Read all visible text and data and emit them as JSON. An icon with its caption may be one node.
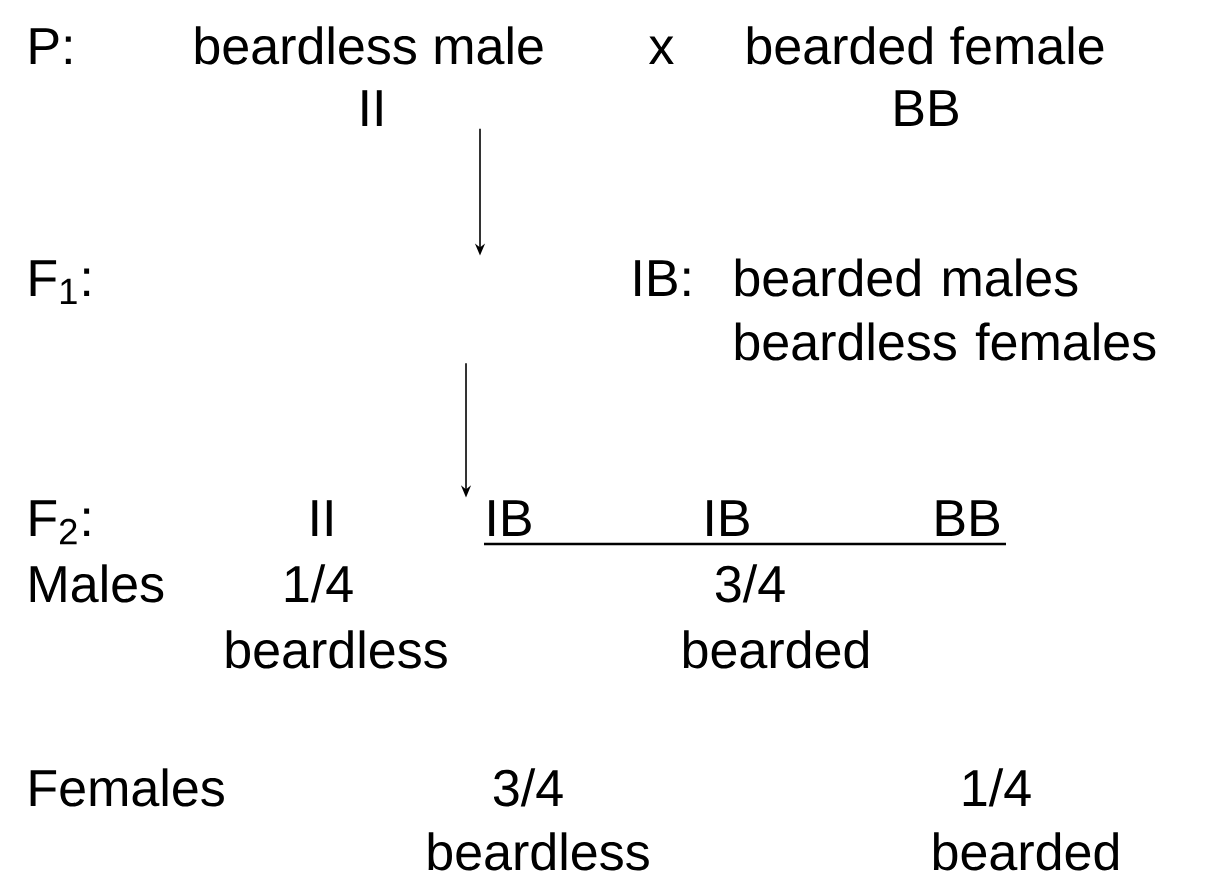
{
  "diagram": {
    "nodes": [
      {
        "text": [
          "P:",
          "beardless male",
          "x",
          "bearded female",
          "II",
          "BB"
        ]
      },
      {
        "text": [
          "F$_{1}$:",
          "IB:",
          "bearded males beardless females"
        ]
      },
      {
        "text": [
          "F$_{2}$:",
          "II",
          "IB",
          "IB",
          "BB",
          "Males",
          "1/4",
          "3/4",
          "beardless",
          "bearded",
          "Females",
          "3/4",
          "1/4",
          "beardless",
          "bearded"
        ]
      }
    ],
    "edges": [
      {
        "from": 0,
        "to": 1,
        "arrow": "to"
      },
      {
        "from": 1,
        "to": 2,
        "arrow": "to"
      }
    ]
  }
}
